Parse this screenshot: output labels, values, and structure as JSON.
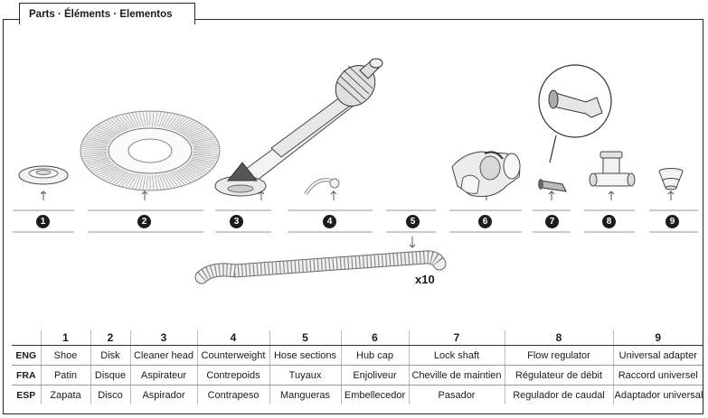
{
  "header": {
    "title": "Parts · Éléments · Elementos"
  },
  "parts": [
    {
      "number": "1",
      "icon": "shoe-icon"
    },
    {
      "number": "2",
      "icon": "disk-icon"
    },
    {
      "number": "3",
      "icon": "cleaner-head-icon"
    },
    {
      "number": "4",
      "icon": "counterweight-icon"
    },
    {
      "number": "5",
      "icon": "hose-section-icon",
      "multiplier": "x10"
    },
    {
      "number": "6",
      "icon": "hub-cap-icon"
    },
    {
      "number": "7",
      "icon": "lock-shaft-icon"
    },
    {
      "number": "8",
      "icon": "flow-regulator-icon"
    },
    {
      "number": "9",
      "icon": "universal-adapter-icon"
    }
  ],
  "table": {
    "columns": [
      "1",
      "2",
      "3",
      "4",
      "5",
      "6",
      "7",
      "8",
      "9"
    ],
    "rows": [
      {
        "lang": "ENG",
        "cells": [
          "Shoe",
          "Disk",
          "Cleaner head",
          "Counterweight",
          "Hose sections",
          "Hub cap",
          "Lock shaft",
          "Flow regulator",
          "Universal adapter"
        ]
      },
      {
        "lang": "FRA",
        "cells": [
          "Patin",
          "Disque",
          "Aspirateur",
          "Contrepoids",
          "Tuyaux",
          "Enjoliveur",
          "Cheville de maintien",
          "Régulateur de débit",
          "Raccord universel"
        ]
      },
      {
        "lang": "ESP",
        "cells": [
          "Zapata",
          "Disco",
          "Aspirador",
          "Contrapeso",
          "Mangueras",
          "Embellecedor",
          "Pasador",
          "Regulador de caudal",
          "Adaptador universal"
        ]
      }
    ]
  }
}
